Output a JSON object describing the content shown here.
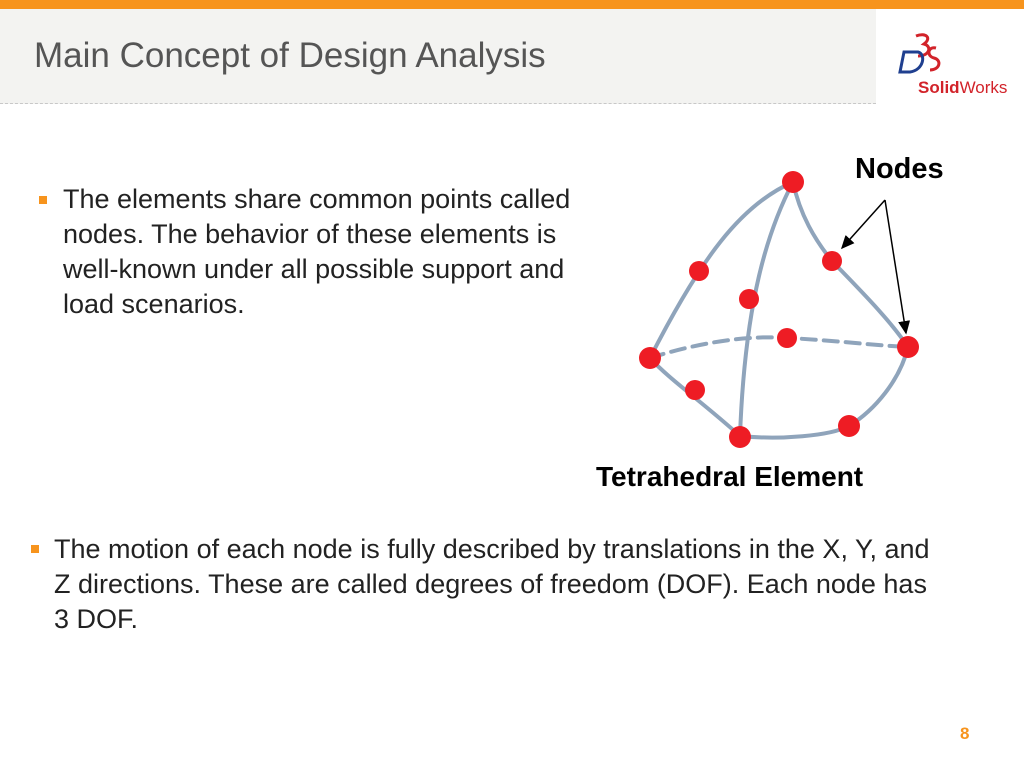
{
  "slide": {
    "title": "Main Concept of Design Analysis",
    "page_number": "8"
  },
  "logo": {
    "mark": "3DS",
    "word_solid": "Solid",
    "word_works": "Works"
  },
  "bullets": [
    {
      "text": "The elements share common points called nodes. The behavior of these elements is well-known under all possible support and load scenarios."
    },
    {
      "text": "The motion of each node is fully described by translations in the X, Y, and Z directions. These are called degrees of freedom (DOF). Each node has 3 DOF."
    }
  ],
  "diagram": {
    "nodes_label": "Nodes",
    "caption": "Tetrahedral Element"
  },
  "colors": {
    "accent": "#f7941d",
    "node": "#ee1c24",
    "edge": "#8fa4bb",
    "brand": "#d2232a"
  }
}
